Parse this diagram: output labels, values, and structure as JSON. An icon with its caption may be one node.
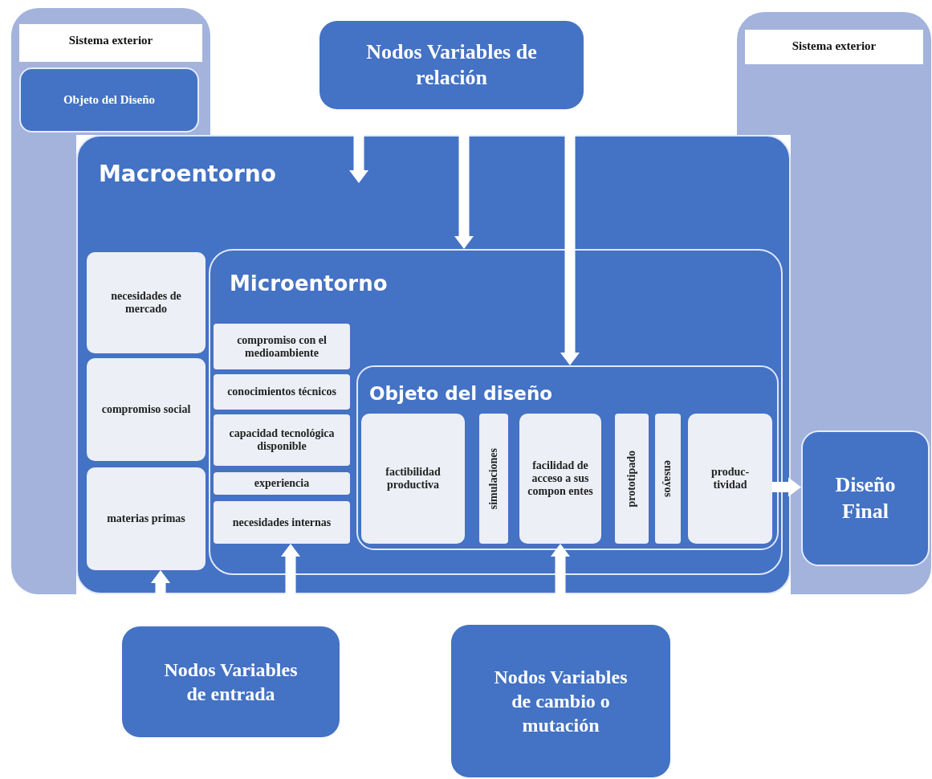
{
  "diagram": {
    "nodes": [
      {
        "text": [
          "Sistema exterior"
        ]
      },
      {
        "text": [
          "Objeto del Diseño"
        ],
        "in": 0
      },
      {
        "text": [
          "Sistema exterior"
        ]
      },
      {
        "text": [
          "Nodos Variables de relación"
        ]
      },
      {
        "text": [
          "Macroentorno"
        ]
      },
      {
        "text": [
          "necesidades de mercado"
        ],
        "in": 4
      },
      {
        "text": [
          "compromiso social"
        ],
        "in": 4
      },
      {
        "text": [
          "materias primas"
        ],
        "in": 4
      },
      {
        "text": [
          "Microentorno"
        ],
        "in": 4
      },
      {
        "text": [
          "compromiso con el medioambiente"
        ],
        "in": 8
      },
      {
        "text": [
          "conocimientos técnicos"
        ],
        "in": 8
      },
      {
        "text": [
          "capacidad tecnológica disponible"
        ],
        "in": 8
      },
      {
        "text": [
          "experiencia"
        ],
        "in": 8
      },
      {
        "text": [
          "necesidades internas"
        ],
        "in": 8
      },
      {
        "text": [
          "Objeto del diseño"
        ],
        "in": 8
      },
      {
        "text": [
          "factibilidad productiva"
        ],
        "in": 14
      },
      {
        "text": [
          "simulaciones"
        ],
        "in": 14
      },
      {
        "text": [
          "facilidad de acceso a sus compon entes"
        ],
        "in": 14
      },
      {
        "text": [
          "prototipado"
        ],
        "in": 14
      },
      {
        "text": [
          "ensayos"
        ],
        "in": 14
      },
      {
        "text": [
          "produc-tividad"
        ],
        "in": 14
      },
      {
        "text": [
          "Diseño Final"
        ]
      },
      {
        "text": [
          "Nodos Variables de entrada"
        ]
      },
      {
        "text": [
          "Nodos Variables de cambio o mutación"
        ]
      }
    ],
    "edges": [
      {
        "from": 3,
        "to": 4,
        "arrow": "to"
      },
      {
        "from": 3,
        "to": 8,
        "arrow": "to"
      },
      {
        "from": 3,
        "to": 14,
        "arrow": "to"
      },
      {
        "from": 22,
        "to": 7,
        "arrow": "to"
      },
      {
        "from": 22,
        "to": 13,
        "arrow": "to"
      },
      {
        "from": 23,
        "to": 17,
        "arrow": "to"
      },
      {
        "from": 20,
        "to": 21,
        "arrow": "to"
      }
    ]
  }
}
